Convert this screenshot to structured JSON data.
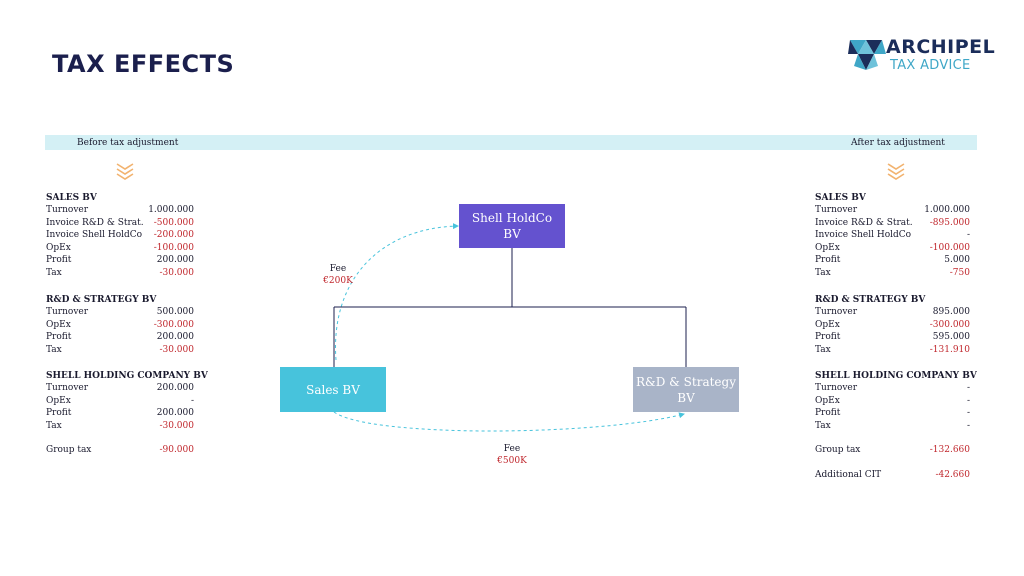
{
  "title": "TAX EFFECTS",
  "logo": {
    "main": "ARCHIPEL",
    "sub": "TAX ADVICE"
  },
  "band": {
    "left_label": "Before tax adjustment",
    "right_label": "After tax adjustment"
  },
  "colors": {
    "holdco": "#6452cf",
    "sales": "#47c3dc",
    "rnd": "#a9b4c8",
    "negative": "#c0272d",
    "band": "#d4f0f5",
    "chevron": "#f2b370"
  },
  "before": {
    "sales": {
      "heading": "SALES BV",
      "rows": [
        {
          "label": "Turnover",
          "value": "1.000.000"
        },
        {
          "label": "Invoice R&D & Strat.",
          "value": "-500.000"
        },
        {
          "label": "Invoice Shell HoldCo",
          "value": "-200.000"
        },
        {
          "label": "OpEx",
          "value": "-100.000"
        },
        {
          "label": "Profit",
          "value": "200.000"
        },
        {
          "label": "Tax",
          "value": "-30.000"
        }
      ]
    },
    "rnd": {
      "heading": "R&D & STRATEGY BV",
      "rows": [
        {
          "label": "Turnover",
          "value": "500.000"
        },
        {
          "label": "OpEx",
          "value": "-300.000"
        },
        {
          "label": "Profit",
          "value": "200.000"
        },
        {
          "label": "Tax",
          "value": "-30.000"
        }
      ]
    },
    "shell": {
      "heading": "SHELL HOLDING COMPANY BV",
      "rows": [
        {
          "label": "Turnover",
          "value": "200.000"
        },
        {
          "label": "OpEx",
          "value": "-"
        },
        {
          "label": "Profit",
          "value": "200.000"
        },
        {
          "label": "Tax",
          "value": "-30.000"
        }
      ]
    },
    "group_tax": {
      "label": "Group tax",
      "value": "-90.000"
    }
  },
  "after": {
    "sales": {
      "heading": "SALES BV",
      "rows": [
        {
          "label": "Turnover",
          "value": "1.000.000"
        },
        {
          "label": "Invoice R&D & Strat.",
          "value": "-895.000"
        },
        {
          "label": "Invoice Shell HoldCo",
          "value": "-"
        },
        {
          "label": "OpEx",
          "value": "-100.000"
        },
        {
          "label": "Profit",
          "value": "5.000"
        },
        {
          "label": "Tax",
          "value": "-750"
        }
      ]
    },
    "rnd": {
      "heading": "R&D & STRATEGY BV",
      "rows": [
        {
          "label": "Turnover",
          "value": "895.000"
        },
        {
          "label": "OpEx",
          "value": "-300.000"
        },
        {
          "label": "Profit",
          "value": "595.000"
        },
        {
          "label": "Tax",
          "value": "-131.910"
        }
      ]
    },
    "shell": {
      "heading": "SHELL HOLDING COMPANY BV",
      "rows": [
        {
          "label": "Turnover",
          "value": "-"
        },
        {
          "label": "OpEx",
          "value": "-"
        },
        {
          "label": "Profit",
          "value": "-"
        },
        {
          "label": "Tax",
          "value": "-"
        }
      ]
    },
    "group_tax": {
      "label": "Group tax",
      "value": "-132.660"
    },
    "additional_cit": {
      "label": "Additional CIT",
      "value": "-42.660"
    }
  },
  "diagram": {
    "holdco_line1": "Shell HoldCo",
    "holdco_line2": "BV",
    "sales_label": "Sales BV",
    "rnd_line1": "R&D & Strategy",
    "rnd_line2": "BV",
    "fee_top_label": "Fee",
    "fee_top_amount": "€200K",
    "fee_bottom_label": "Fee",
    "fee_bottom_amount": "€500K"
  }
}
